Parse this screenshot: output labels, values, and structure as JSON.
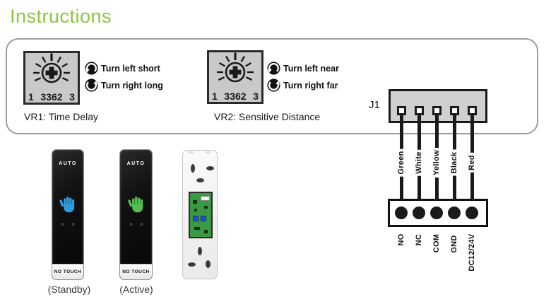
{
  "title": "Instructions",
  "colors": {
    "accent_green": "#8CC63F",
    "standby_hand": "#2F9BDB",
    "active_hand": "#52C152",
    "wire_black": "#1A1A1A",
    "pcb_green": "#3A9A44",
    "trimpot_blue": "#2353C9"
  },
  "settings_box": {
    "vr1": {
      "dial": {
        "left_num": "1",
        "model": "3362",
        "right_num": "3"
      },
      "turn_left": "Turn left short",
      "turn_right": "Turn right long",
      "label": "VR1: Time Delay"
    },
    "vr2": {
      "dial": {
        "left_num": "1",
        "model": "3362",
        "right_num": "3"
      },
      "turn_left": "Turn left near",
      "turn_right": "Turn right far",
      "label": "VR2: Sensitive Distance"
    },
    "connector": {
      "label": "J1",
      "wires": [
        {
          "name": "Green"
        },
        {
          "name": "White"
        },
        {
          "name": "Yellow"
        },
        {
          "name": "Black"
        },
        {
          "name": "Red"
        }
      ]
    }
  },
  "terminal_block": {
    "pins": [
      {
        "name": "NO"
      },
      {
        "name": "NC"
      },
      {
        "name": "COM"
      },
      {
        "name": "GND"
      },
      {
        "name": "DC12/24V"
      }
    ]
  },
  "products": {
    "standby": {
      "top_label": "AUTO",
      "bottom_label": "NO TOUCH",
      "caption": "(Standby)"
    },
    "active": {
      "top_label": "AUTO",
      "bottom_label": "NO TOUCH",
      "caption": "(Active)"
    }
  }
}
